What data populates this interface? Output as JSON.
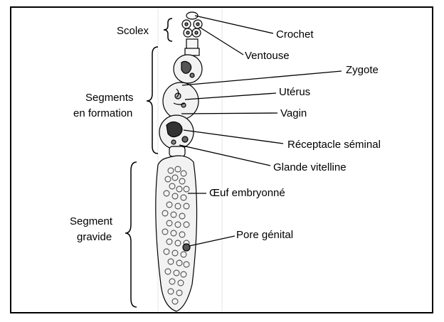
{
  "labels": {
    "scolex": "Scolex",
    "crochet": "Crochet",
    "ventouse": "Ventouse",
    "zygote": "Zygote",
    "uterus": "Utérus",
    "vagin": "Vagin",
    "receptacle": "Réceptacle séminal",
    "glande": "Glande vitelline",
    "oeuf": "Œuf embryonné",
    "pore": "Pore génital",
    "segments_line1": "Segments",
    "segments_line2": "en formation",
    "gravide_line1": "Segment",
    "gravide_line2": "gravide"
  },
  "colors": {
    "line": "#000000",
    "organism_fill": "#f2f2f2",
    "dark_organ": "#222222"
  }
}
